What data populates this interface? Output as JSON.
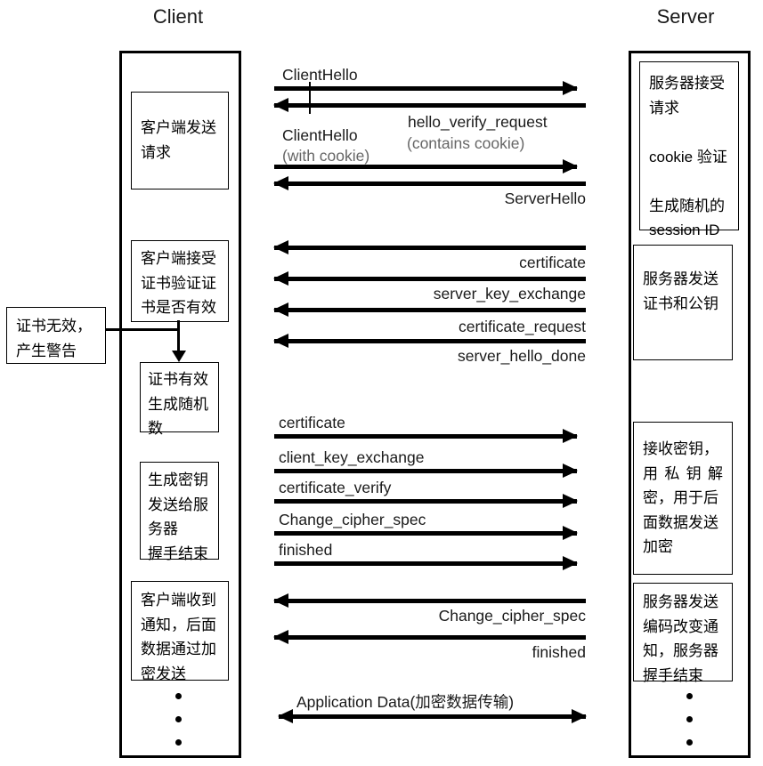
{
  "diagram": {
    "title_client": "Client",
    "title_server": "Server"
  },
  "client_notes": [
    {
      "id": "client-send-request",
      "lines": [
        "客户端发送",
        "请求"
      ]
    },
    {
      "id": "client-verify-cert",
      "lines": [
        "客户端接受",
        "证书验证证",
        "书是否有效"
      ]
    },
    {
      "id": "cert-valid-random",
      "lines": [
        "证书有效",
        "生成随机",
        "数"
      ]
    },
    {
      "id": "gen-key-send",
      "lines": [
        "生成密钥",
        "发送给服",
        "务器",
        "握手结束"
      ]
    },
    {
      "id": "client-notified",
      "lines": [
        "客户端收到",
        "通知，后面",
        "数据通过加",
        "密发送"
      ]
    }
  ],
  "alert_note": {
    "id": "cert-invalid-alert",
    "lines": [
      "证书无效，",
      "产生警告"
    ]
  },
  "server_notes": [
    {
      "id": "server-accept-request",
      "lines": [
        "服务器接受",
        "请求",
        "",
        "cookie 验证",
        "",
        "生成随机的",
        "session ID"
      ]
    },
    {
      "id": "server-send-cert",
      "lines": [
        "服务器发送",
        "证书和公钥"
      ]
    },
    {
      "id": "server-recv-key",
      "lines": [
        "接收密钥，",
        "用 私 钥 解",
        "密，用于后",
        "面数据发送",
        "加密"
      ]
    },
    {
      "id": "server-change-cipher",
      "lines": [
        "服务器发送",
        "编码改变通",
        "知，服务器",
        "握手结束"
      ]
    }
  ],
  "messages": [
    {
      "id": "client-hello-1",
      "label": "ClientHello",
      "sub": "",
      "dir": "right",
      "align": "left",
      "label_pos": "above"
    },
    {
      "id": "hello-verify-request",
      "label": "hello_verify_request",
      "sub": "(contains cookie)",
      "dir": "left",
      "align": "center",
      "label_pos": "below"
    },
    {
      "id": "client-hello-2",
      "label": "ClientHello",
      "sub": "(with cookie)",
      "dir": "right",
      "align": "left",
      "label_pos": "above"
    },
    {
      "id": "server-hello",
      "label": "ServerHello",
      "sub": "",
      "dir": "left",
      "align": "right",
      "label_pos": "below"
    },
    {
      "id": "certificate-down",
      "label": "certificate",
      "sub": "",
      "dir": "left",
      "align": "right",
      "label_pos": "below"
    },
    {
      "id": "server-key-exchange",
      "label": "server_key_exchange",
      "sub": "",
      "dir": "left",
      "align": "right",
      "label_pos": "below"
    },
    {
      "id": "certificate-request",
      "label": "certificate_request",
      "sub": "",
      "dir": "left",
      "align": "right",
      "label_pos": "below"
    },
    {
      "id": "server-hello-done",
      "label": "server_hello_done",
      "sub": "",
      "dir": "left",
      "align": "right",
      "label_pos": "below"
    },
    {
      "id": "certificate-up",
      "label": "certificate",
      "sub": "",
      "dir": "right",
      "align": "left",
      "label_pos": "above"
    },
    {
      "id": "client-key-exchange",
      "label": "client_key_exchange",
      "sub": "",
      "dir": "right",
      "align": "left",
      "label_pos": "above"
    },
    {
      "id": "certificate-verify",
      "label": "certificate_verify",
      "sub": "",
      "dir": "right",
      "align": "left",
      "label_pos": "above"
    },
    {
      "id": "change-cipher-spec-up",
      "label": "Change_cipher_spec",
      "sub": "",
      "dir": "right",
      "align": "left",
      "label_pos": "above"
    },
    {
      "id": "finished-up",
      "label": "finished",
      "sub": "",
      "dir": "right",
      "align": "left",
      "label_pos": "above"
    },
    {
      "id": "change-cipher-spec-dn",
      "label": "Change_cipher_spec",
      "sub": "",
      "dir": "left",
      "align": "right",
      "label_pos": "below"
    },
    {
      "id": "finished-dn",
      "label": "finished",
      "sub": "",
      "dir": "left",
      "align": "right",
      "label_pos": "below"
    },
    {
      "id": "application-data",
      "label": "Application Data(加密数据传输)",
      "sub": "",
      "dir": "both",
      "align": "left",
      "label_pos": "above"
    }
  ],
  "ellipsis": {
    "client_dots": [
      "•",
      "•",
      "•"
    ],
    "server_dots": [
      "•",
      "•",
      "•"
    ]
  }
}
